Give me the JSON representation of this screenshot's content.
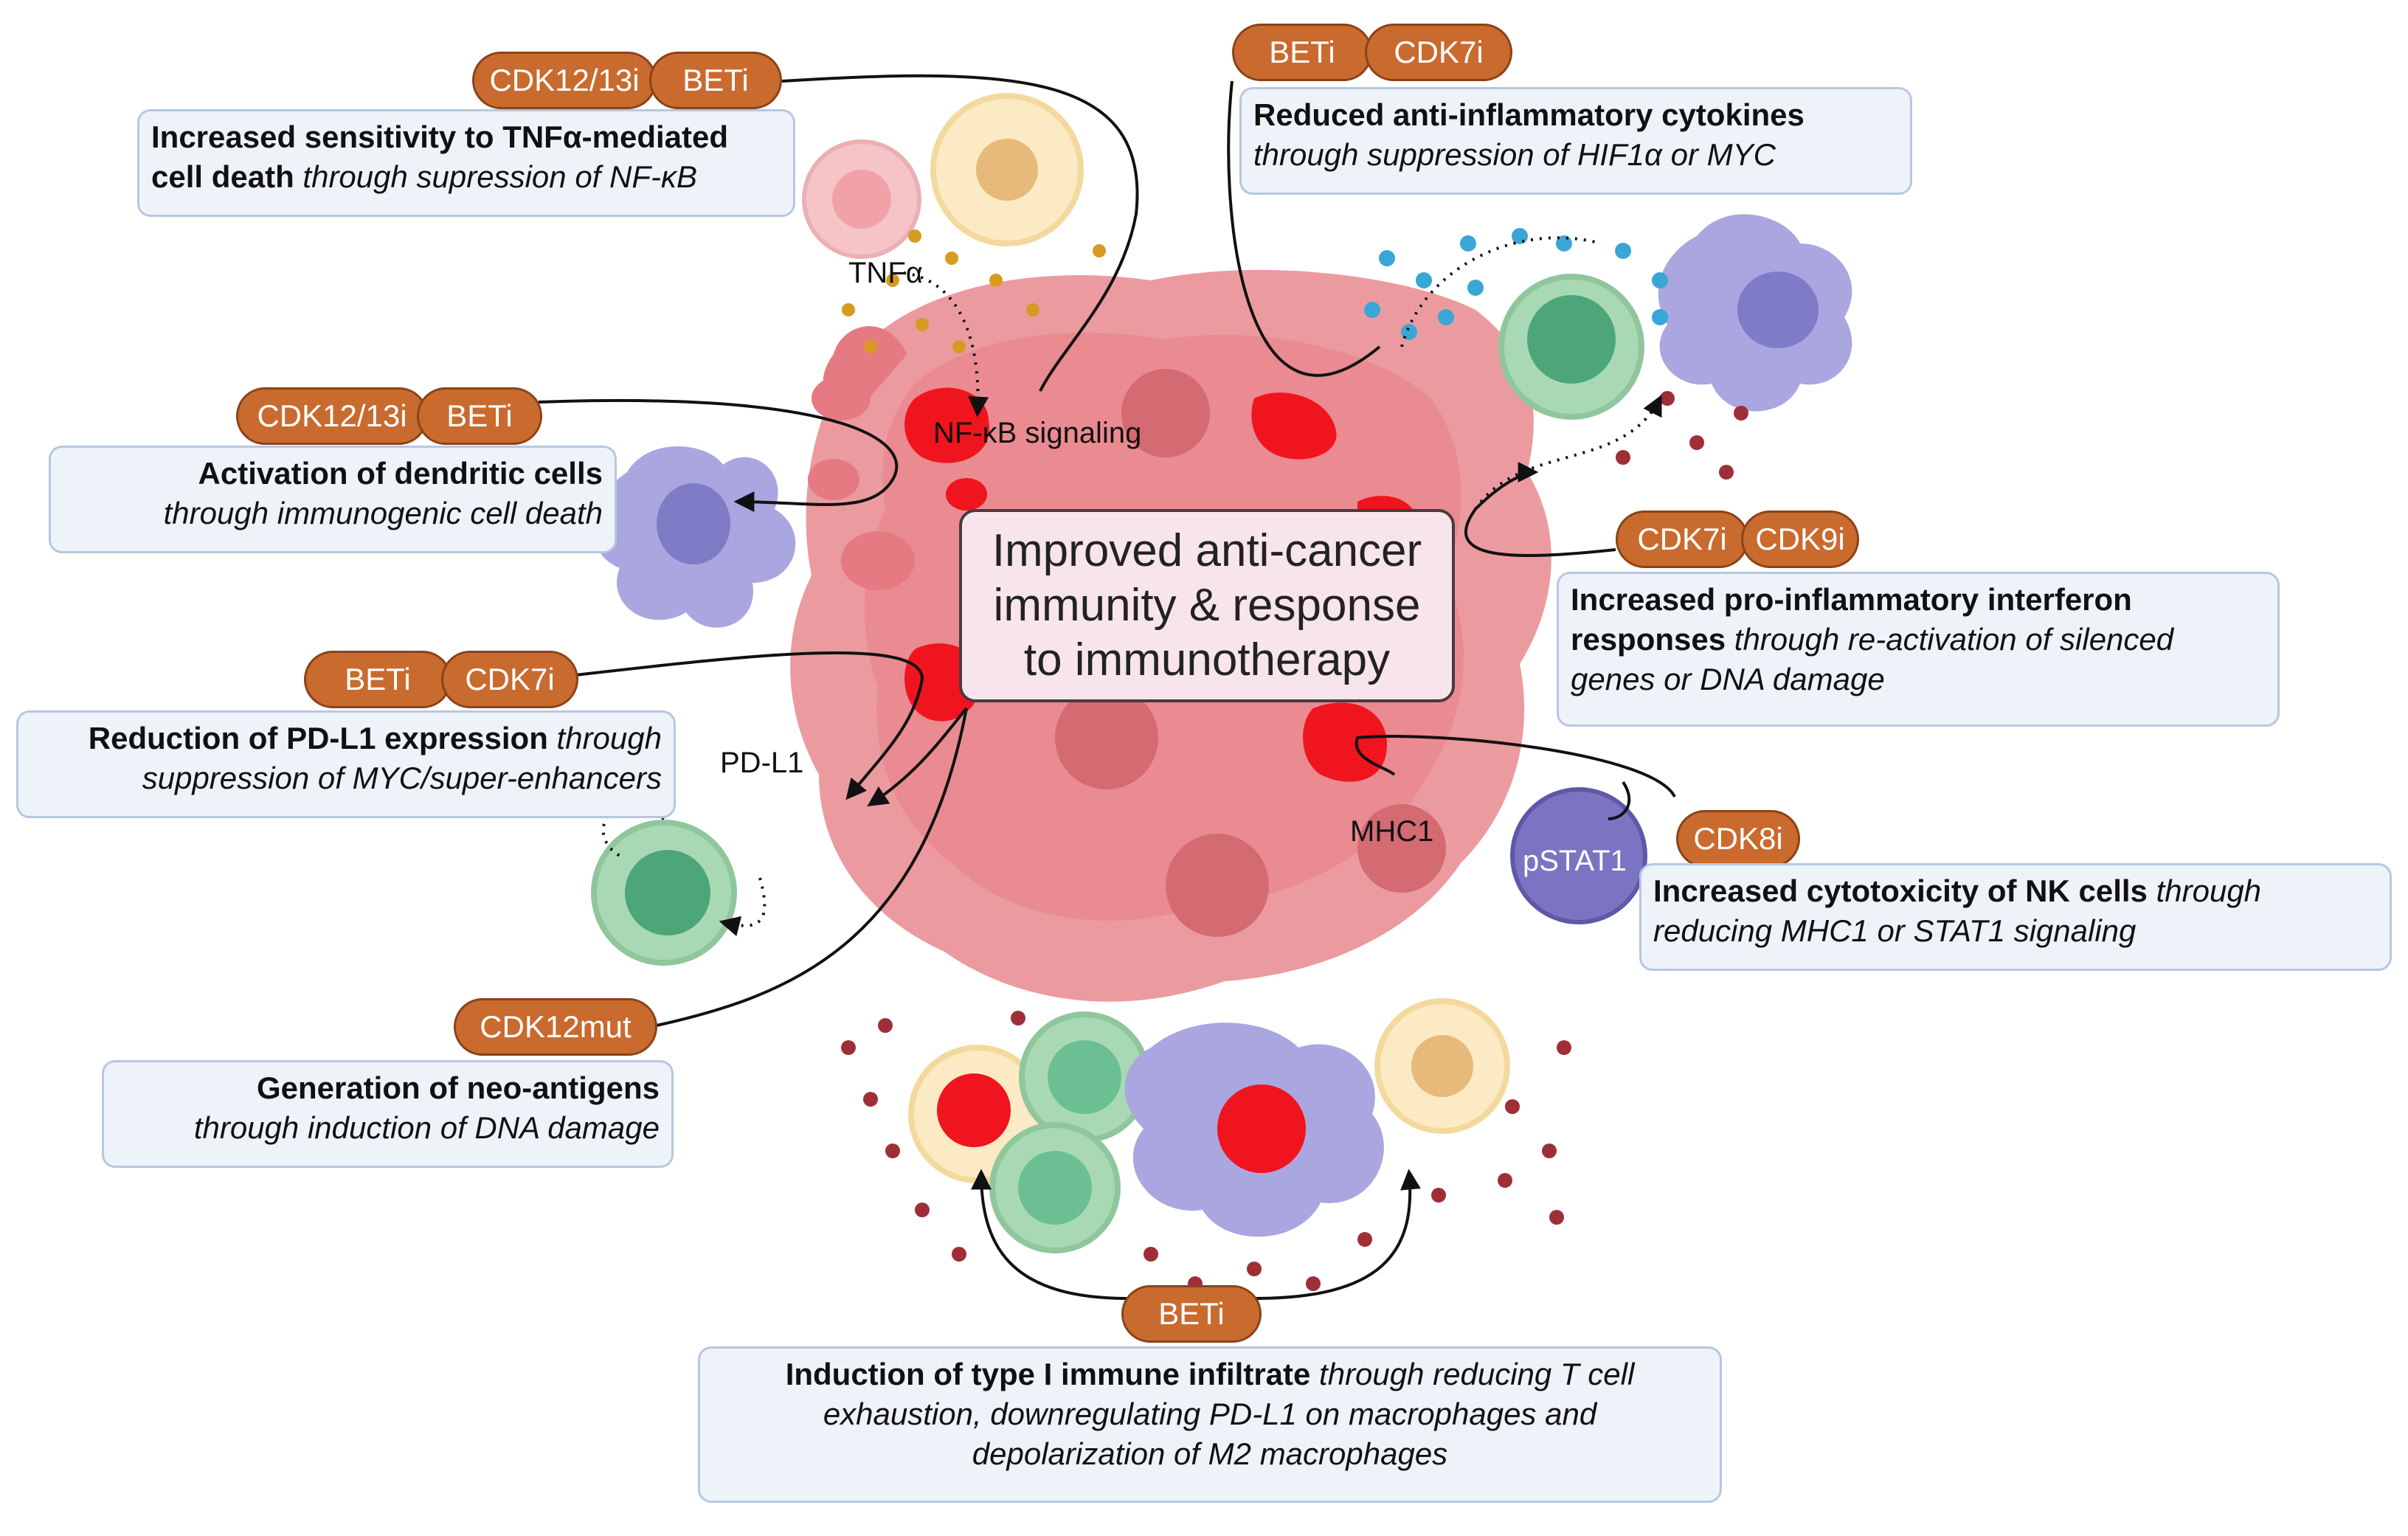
{
  "center": {
    "line1": "Improved anti-cancer",
    "line2": "immunity & response",
    "line3": "to immunotherapy"
  },
  "labels": {
    "tnfa": "TNFα",
    "nfkb": "NF-κB signaling",
    "pdl1": "PD-L1",
    "mhc1": "MHC1",
    "pstat1": "pSTAT1"
  },
  "pills": {
    "cdk1213i_top": "CDK12/13i",
    "beti_top": "BETi",
    "beti_topright": "BETi",
    "cdk7i_topright": "CDK7i",
    "cdk1213i_dc": "CDK12/13i",
    "beti_dc": "BETi",
    "cdk7i_ifn": "CDK7i",
    "cdk9i_ifn": "CDK9i",
    "beti_pdl1": "BETi",
    "cdk7i_pdl1": "CDK7i",
    "cdk8i": "CDK8i",
    "cdk12mut": "CDK12mut",
    "beti_bottom": "BETi"
  },
  "boxes": {
    "tnf": {
      "bold": "Increased sensitivity to TNFα-mediated",
      "bold2": "cell death",
      "italic": "through supression of NF-κB"
    },
    "cytokines": {
      "bold": "Reduced anti-inflammatory cytokines",
      "italic": "through suppression of HIF1α or MYC"
    },
    "dendritic": {
      "bold": "Activation of dendritic cells",
      "italic": "through immunogenic cell death"
    },
    "interferon": {
      "bold": "Increased pro-inflammatory interferon",
      "bold2": "responses",
      "italic": "through re-activation of silenced",
      "italic2": "genes or DNA damage"
    },
    "pdl1": {
      "bold": "Reduction of PD-L1 expression",
      "italic": "through",
      "italic2": "suppression of MYC/super-enhancers"
    },
    "nk": {
      "bold": "Increased cytotoxicity of NK cells",
      "italic": "through",
      "italic2": "reducing MHC1 or STAT1 signaling"
    },
    "neo": {
      "bold": "Generation of neo-antigens",
      "italic": "through induction of DNA damage"
    },
    "infiltrate": {
      "bold": "Induction of type I immune infiltrate",
      "italic": "through reducing T cell",
      "italic2": "exhaustion, downregulating PD-L1 on macrophages and",
      "italic3": "depolarization of M2 macrophages"
    }
  },
  "colors": {
    "pill_fill": "#c96a2e",
    "box_fill": "#eef3fa",
    "box_border": "#b7c7e0",
    "tumor": "#e98a8f",
    "hotspot": "#f0141e",
    "dendritic": "#a9a6e0",
    "tcell": "#a9d9b4",
    "macrophage": "#fbeac3",
    "nk": "#7a74c2"
  }
}
